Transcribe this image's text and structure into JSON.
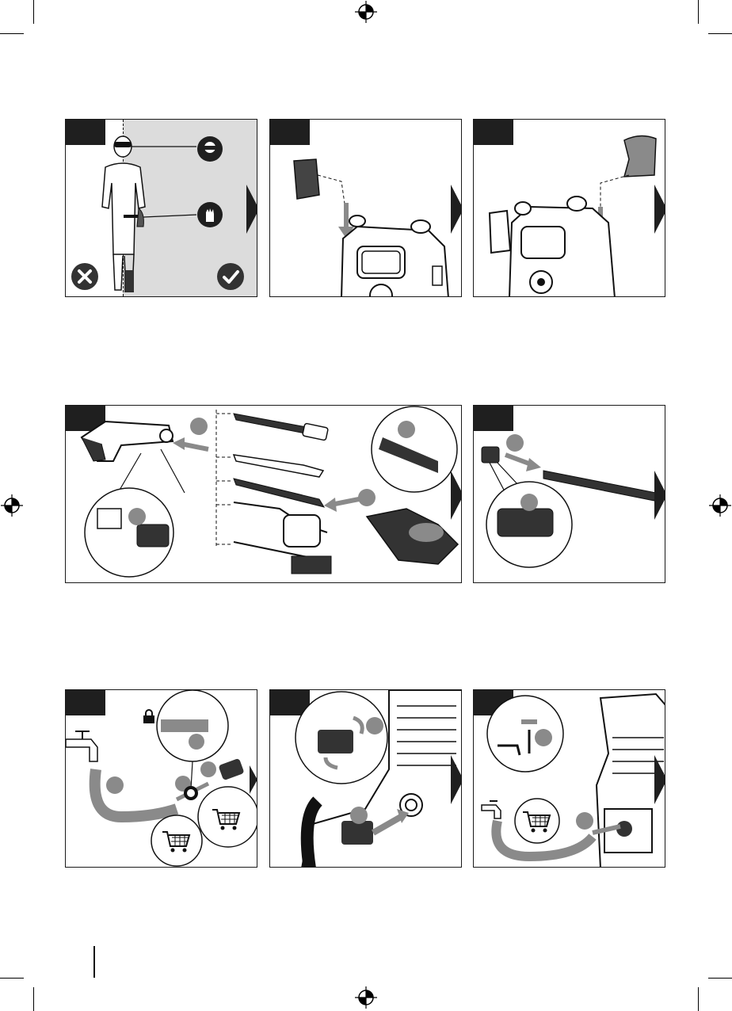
{
  "page": {
    "doc_type": "pressure washer assembly instructions - pictorial page",
    "rows": [
      {
        "row": 1,
        "panels": [
          "safety-equipment",
          "attach-hose-holder",
          "attach-gun-holder"
        ]
      },
      {
        "row": 2,
        "panels": [
          "connect-lance-accessories",
          "attach-lance-extension"
        ]
      },
      {
        "row": 3,
        "panels": [
          "connect-garden-hose-adapter",
          "connect-water-inlet",
          "open-water-tap"
        ]
      }
    ]
  },
  "icons": {
    "forbidden": "cross-circle-icon",
    "allowed": "check-circle-icon",
    "eye_protection": "safety-goggles-icon",
    "hand_protection": "safety-gloves-icon",
    "purchase": "shopping-cart-icon",
    "next_step": "arrow-right-icon",
    "lock": "lock-icon",
    "registration": "registration-mark-icon"
  },
  "colors": {
    "ink": "#1f1f1f",
    "shade": "#dcdcdc",
    "arrow_gray": "#8a8a8a"
  }
}
